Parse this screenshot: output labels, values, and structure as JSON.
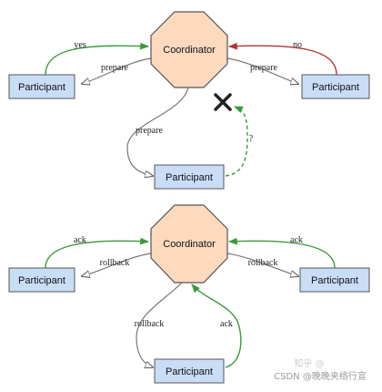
{
  "diagram": {
    "top": {
      "coordinator": "Coordinator",
      "participant_left": "Participant",
      "participant_right": "Participant",
      "participant_bottom": "Participant",
      "edges": {
        "left_vote": "yes",
        "left_request": "prepare",
        "right_vote": "no",
        "right_request": "prepare",
        "bottom_request": "prepare",
        "bottom_unknown": "?"
      }
    },
    "bottom": {
      "coordinator": "Coordinator",
      "participant_left": "Participant",
      "participant_right": "Participant",
      "participant_bottom": "Participant",
      "edges": {
        "left_ack": "ack",
        "left_request": "rollback",
        "right_ack": "ack",
        "right_request": "rollback",
        "bottom_request": "rollback",
        "bottom_ack": "ack"
      }
    },
    "watermark": "CSDN @晚晚夹络行宣",
    "watermark_faint": "知乎 @"
  },
  "colors": {
    "coordinator_fill": "#fdd9bd",
    "participant_fill": "#c9ddf7",
    "green": "#3a9a3a",
    "red": "#b03434",
    "gray": "#777777"
  }
}
